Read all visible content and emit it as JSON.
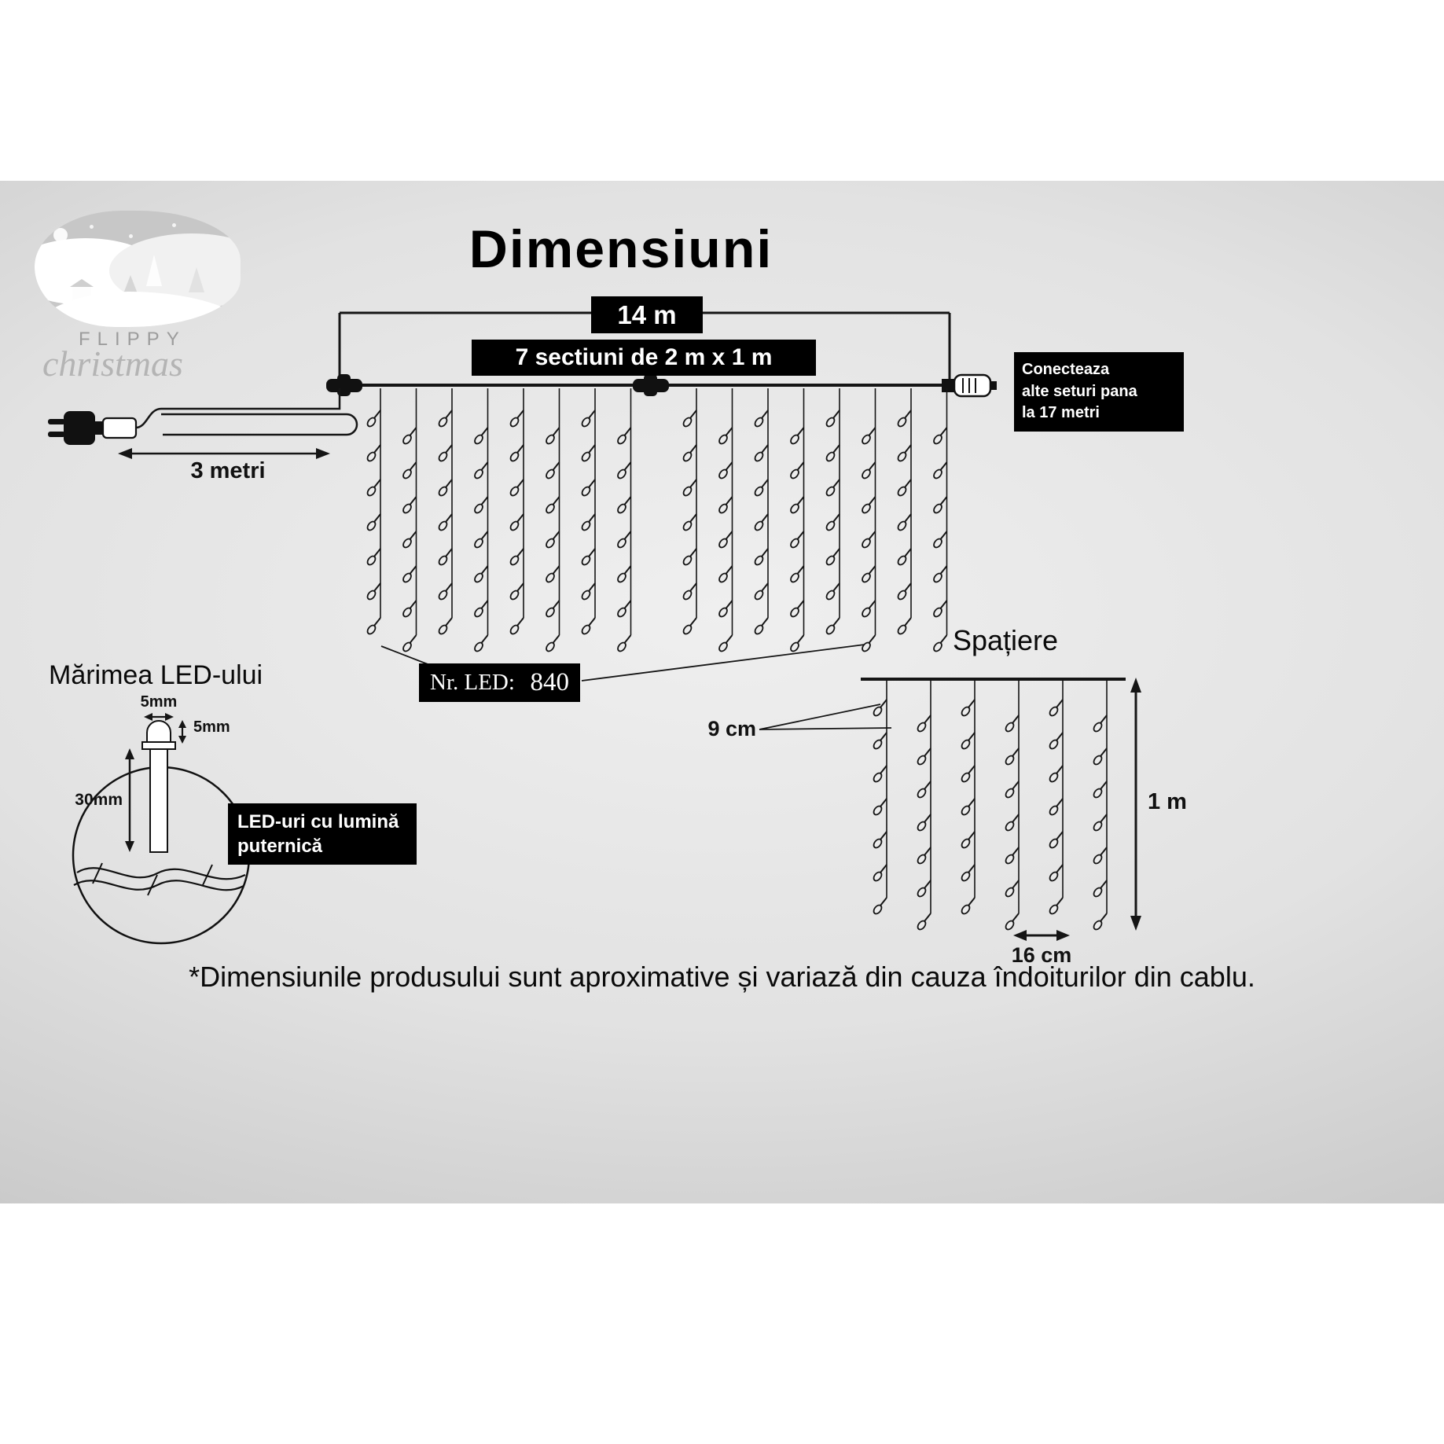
{
  "page": {
    "title": "Dimensiuni",
    "footer_note": "*Dimensiunile produsului sunt aproximative și variază din cauza îndoiturilor din cablu."
  },
  "logo": {
    "brand": "FLIPPY",
    "sub": "christmas"
  },
  "colors": {
    "badge_bg": "#000000",
    "badge_text": "#ffffff",
    "line": "#151515"
  },
  "top_diagram": {
    "total_width_label": "14 m",
    "sections_label": "7 sectiuni de 2 m x 1 m",
    "lead_cable_label": "3 metri",
    "connect_note": "Conecteaza\nalte seturi pana\nla 17 metri",
    "led_count_label": "Nr. LED:",
    "led_count_value": "840"
  },
  "spacing_diagram": {
    "title": "Spațiere",
    "horizontal_spacing_label": "9 cm",
    "drop_length_label": "1 m",
    "strand_spacing_label": "16 cm"
  },
  "led_size_diagram": {
    "title": "Mărimea LED-ului",
    "width_label": "5mm",
    "cap_label": "5mm",
    "body_label": "30mm",
    "note": "LED-uri cu lumină\nputernică"
  },
  "render": {
    "curtain": {
      "panels": 2,
      "strands_per_panel": 8,
      "leds_per_strand": 7
    },
    "spacing_panel": {
      "strands": 6,
      "leds_per_strand": 7
    }
  }
}
